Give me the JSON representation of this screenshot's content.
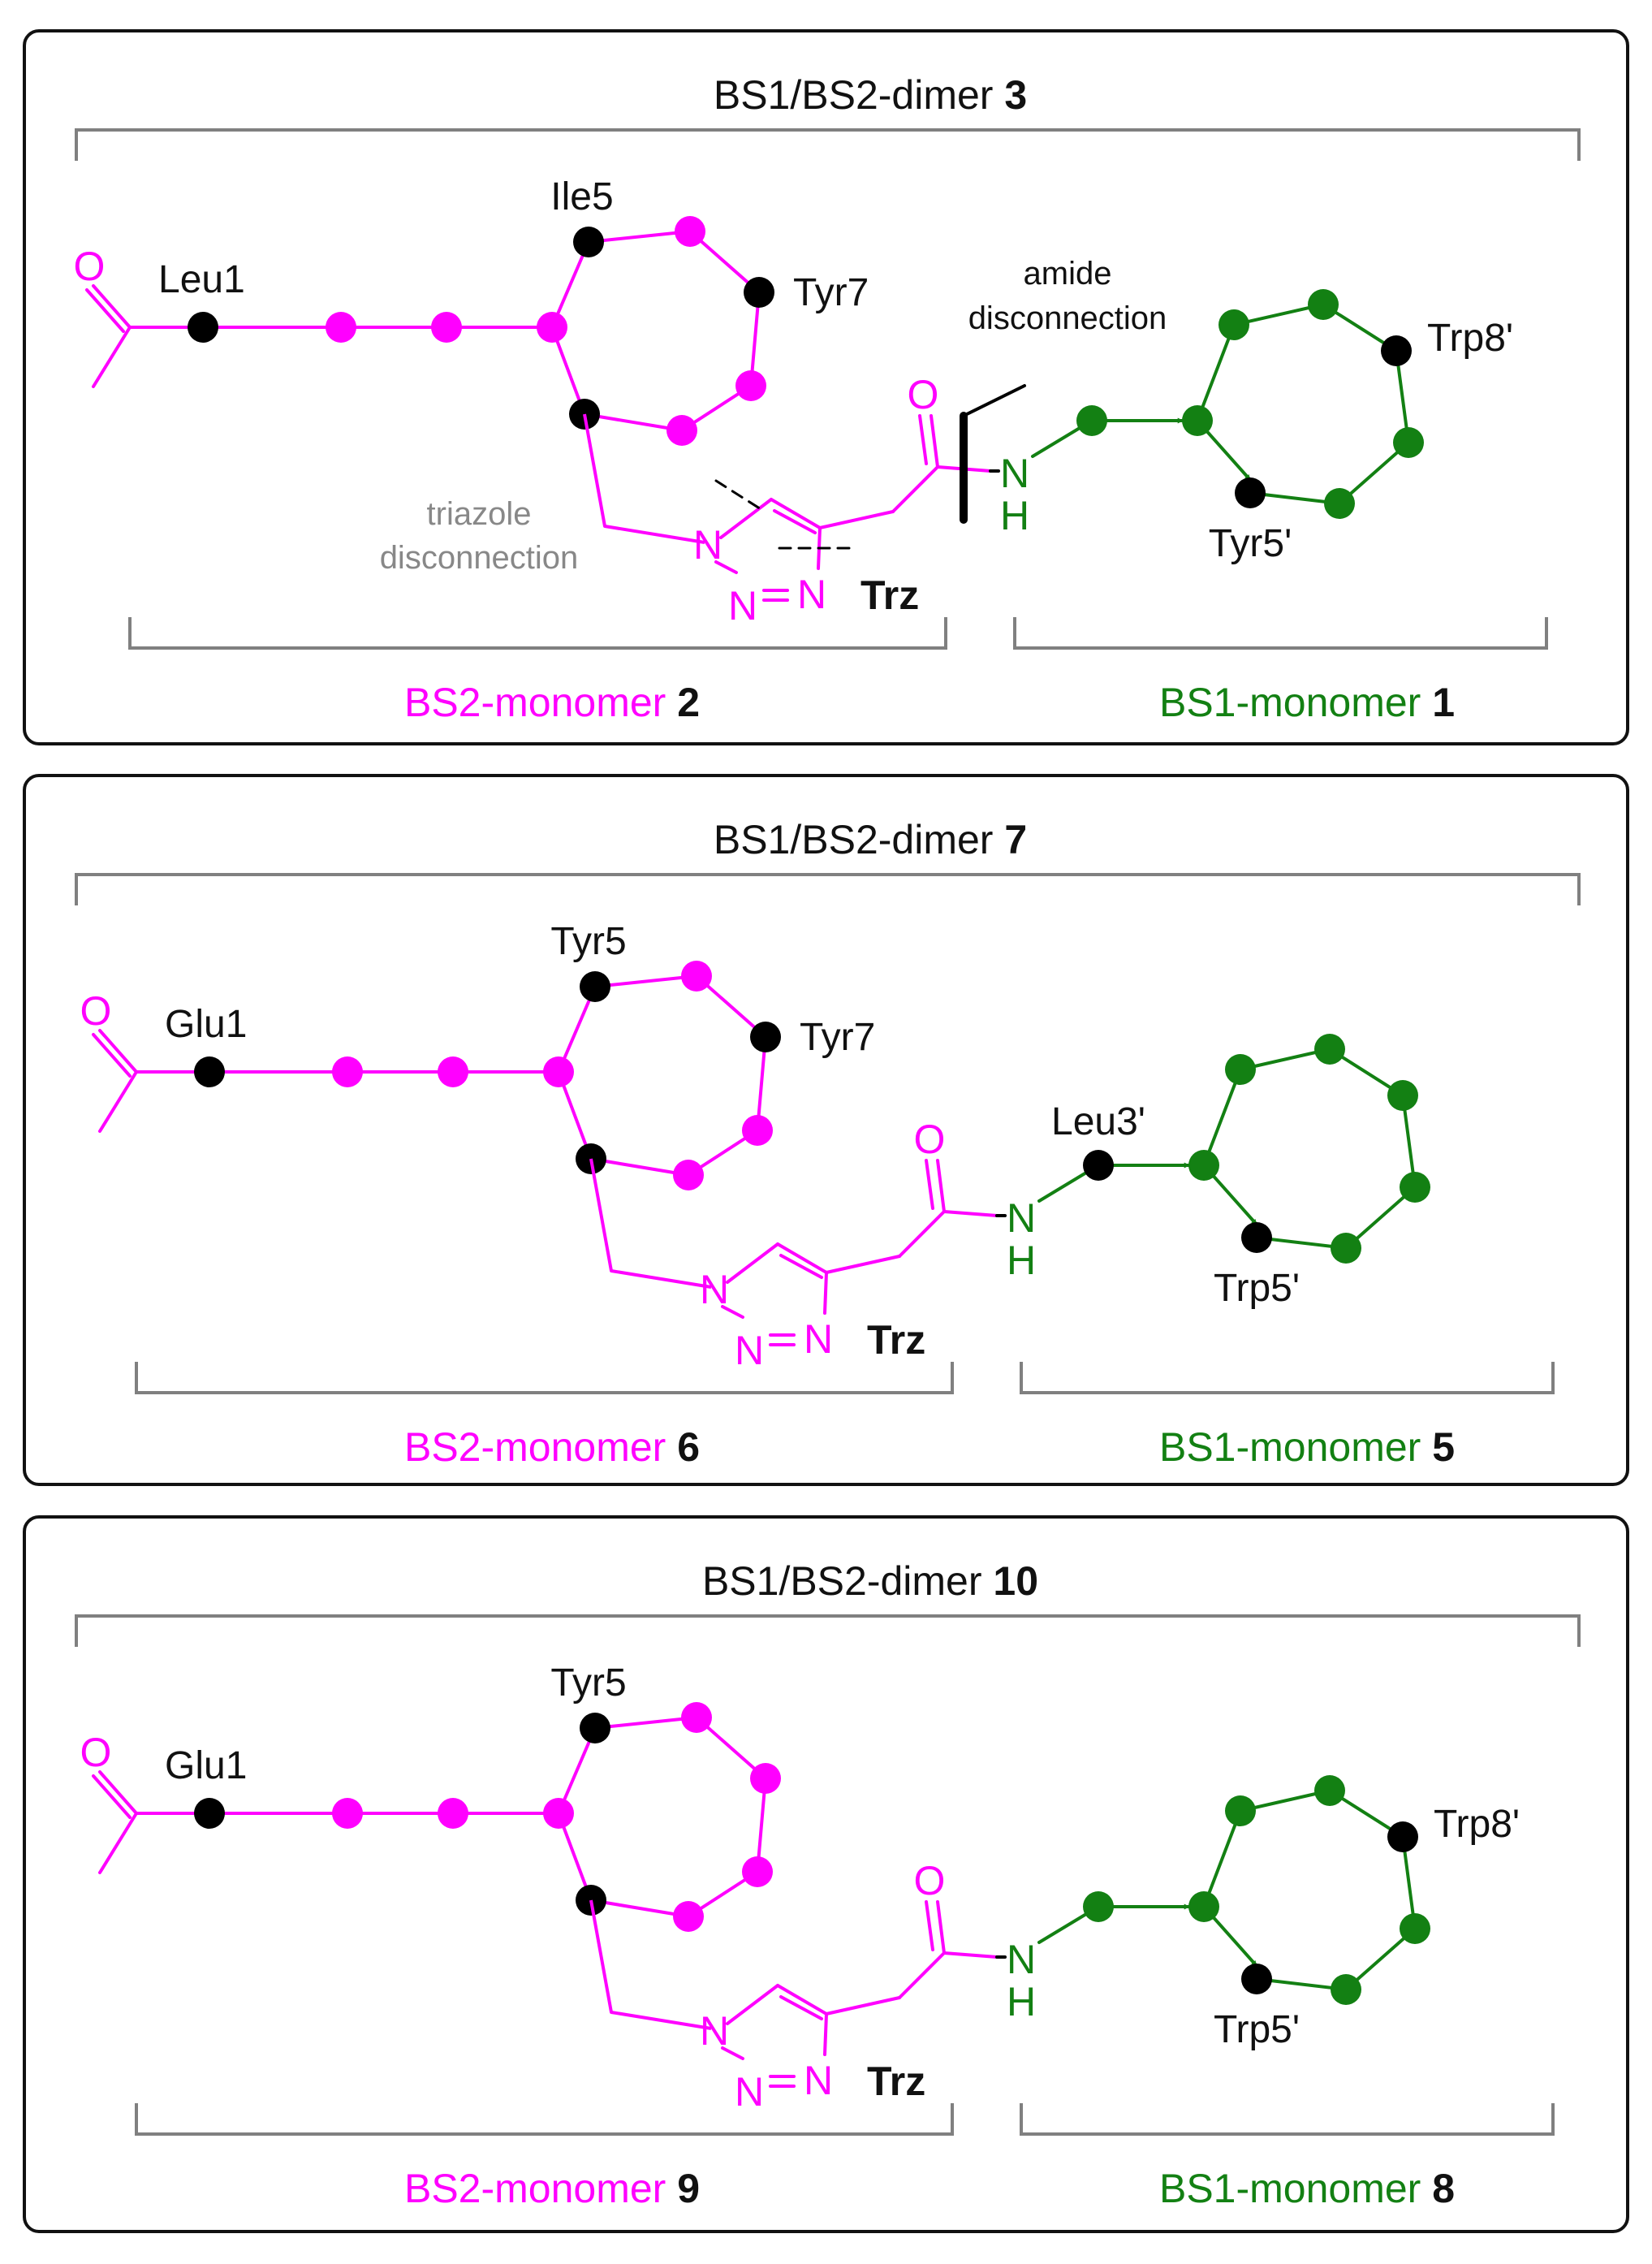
{
  "colors": {
    "bs2": "#ff00ff",
    "bs1": "#138013",
    "black": "#000000",
    "bracket": "#808080",
    "grey_text": "#888888",
    "frame": "#111111"
  },
  "panels": [
    {
      "dimer": {
        "prefix": "BS1/BS2-dimer ",
        "num": "3"
      },
      "bs2": {
        "prefix": "BS2-monomer ",
        "num": "2"
      },
      "bs1": {
        "prefix": "BS1-monomer ",
        "num": "1"
      },
      "labels": {
        "n_term": "Leu1",
        "ring_top": "Ile5",
        "ring_right": "Tyr7",
        "bs1_first": "",
        "bs1_bottom": "Tyr5'",
        "bs1_top_right": "Trp8'"
      },
      "trz": "Trz",
      "atoms": {
        "O": "O",
        "N": "N",
        "H": "H"
      },
      "annotations": {
        "amide_1": "amide",
        "amide_2": "disconnection",
        "triazole_1": "triazole",
        "triazole_2": "disconnection"
      }
    },
    {
      "dimer": {
        "prefix": "BS1/BS2-dimer ",
        "num": "7"
      },
      "bs2": {
        "prefix": "BS2-monomer ",
        "num": "6"
      },
      "bs1": {
        "prefix": "BS1-monomer ",
        "num": "5"
      },
      "labels": {
        "n_term": "Glu1",
        "ring_top": "Tyr5",
        "ring_right": "Tyr7",
        "bs1_first": "Leu3'",
        "bs1_bottom": "Trp5'",
        "bs1_top_right": ""
      },
      "trz": "Trz",
      "atoms": {
        "O": "O",
        "N": "N",
        "H": "H"
      }
    },
    {
      "dimer": {
        "prefix": "BS1/BS2-dimer ",
        "num": "10"
      },
      "bs2": {
        "prefix": "BS2-monomer ",
        "num": "9"
      },
      "bs1": {
        "prefix": "BS1-monomer ",
        "num": "8"
      },
      "labels": {
        "n_term": "Glu1",
        "ring_top": "Tyr5",
        "ring_right": "",
        "bs1_first": "",
        "bs1_bottom": "Trp5'",
        "bs1_top_right": "Trp8'"
      },
      "trz": "Trz",
      "atoms": {
        "O": "O",
        "N": "N",
        "H": "H"
      }
    }
  ]
}
